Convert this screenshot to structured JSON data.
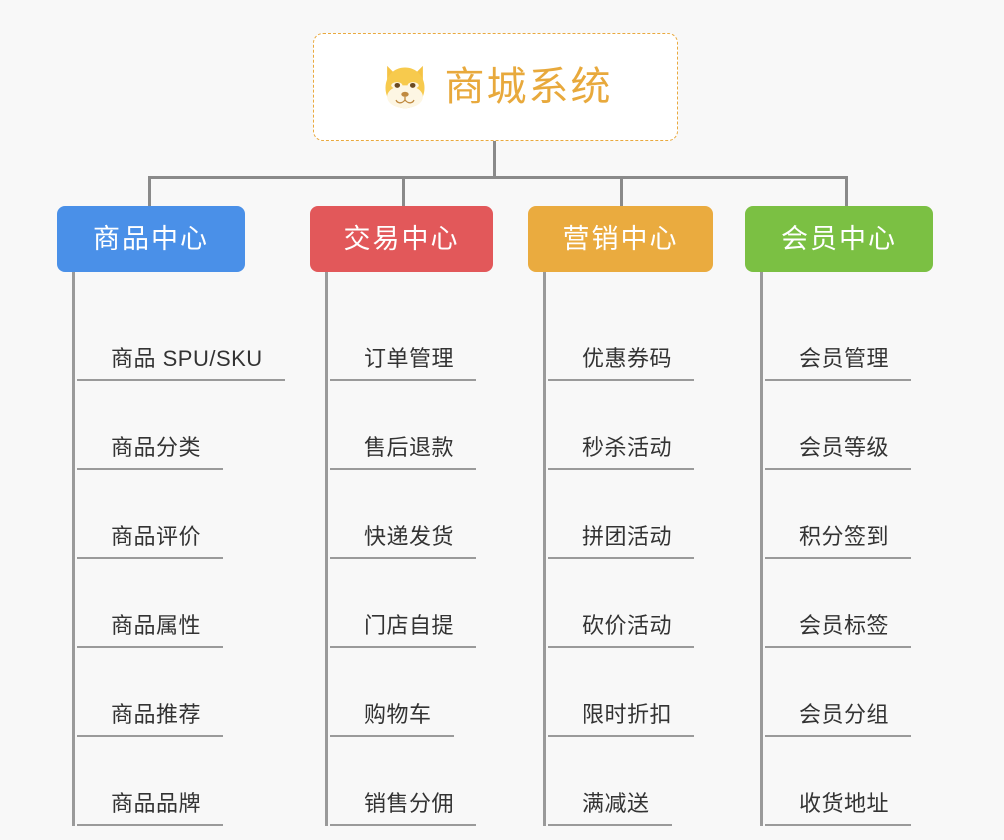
{
  "page": {
    "background_color": "#f8f8f8",
    "line_color": "#8a8a8a"
  },
  "root": {
    "title": "商城系统",
    "icon": "shiba-dog-face-icon",
    "text_color": "#e8a93c",
    "border_color": "#e9a93e",
    "background_color": "#ffffff"
  },
  "branches": [
    {
      "label": "商品中心",
      "color": "#4a90e8",
      "items": [
        {
          "label": "商品 SPU/SKU"
        },
        {
          "label": "商品分类"
        },
        {
          "label": "商品评价"
        },
        {
          "label": "商品属性"
        },
        {
          "label": "商品推荐"
        },
        {
          "label": "商品品牌"
        }
      ]
    },
    {
      "label": "交易中心",
      "color": "#e2585a",
      "items": [
        {
          "label": "订单管理"
        },
        {
          "label": "售后退款"
        },
        {
          "label": "快递发货"
        },
        {
          "label": "门店自提"
        },
        {
          "label": "购物车"
        },
        {
          "label": "销售分佣"
        }
      ]
    },
    {
      "label": "营销中心",
      "color": "#eaab3f",
      "items": [
        {
          "label": "优惠券码"
        },
        {
          "label": "秒杀活动"
        },
        {
          "label": "拼团活动"
        },
        {
          "label": "砍价活动"
        },
        {
          "label": "限时折扣"
        },
        {
          "label": "满减送"
        }
      ]
    },
    {
      "label": "会员中心",
      "color": "#7bc043",
      "items": [
        {
          "label": "会员管理"
        },
        {
          "label": "会员等级"
        },
        {
          "label": "积分签到"
        },
        {
          "label": "会员标签"
        },
        {
          "label": "会员分组"
        },
        {
          "label": "收货地址"
        }
      ]
    }
  ]
}
